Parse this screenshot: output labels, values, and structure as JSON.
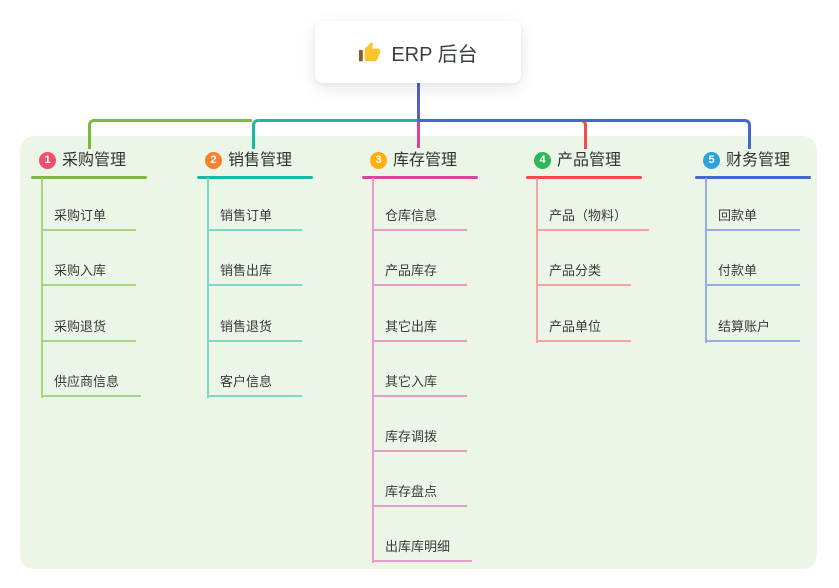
{
  "root": {
    "title": "ERP 后台",
    "icon": "thumbs-up-icon",
    "icon_color": "#FDC52C",
    "icon_cuff_color": "#8A5A2B"
  },
  "colors": {
    "panel_bg": "#EBF6E6",
    "root_connector": "#5661C1",
    "label_text": "#333333",
    "child_text": "#3A3A3A"
  },
  "branches": [
    {
      "number": "1",
      "label": "采购管理",
      "badge_color": "#F0506E",
      "line_color": "#7CBA3F",
      "light_line_color": "#A9D385",
      "children": [
        "采购订单",
        "采购入库",
        "采购退货",
        "供应商信息"
      ]
    },
    {
      "number": "2",
      "label": "销售管理",
      "badge_color": "#F9822F",
      "line_color": "#17B9A5",
      "light_line_color": "#82D5C9",
      "children": [
        "销售订单",
        "销售出库",
        "销售退货",
        "客户信息"
      ]
    },
    {
      "number": "3",
      "label": "库存管理",
      "badge_color": "#FFAE0C",
      "line_color": "#D8449B",
      "light_line_color": "#EA9CC8",
      "children": [
        "仓库信息",
        "产品库存",
        "其它出库",
        "其它入库",
        "库存调拨",
        "库存盘点",
        "出库库明细"
      ]
    },
    {
      "number": "4",
      "label": "产品管理",
      "badge_color": "#2EB856",
      "line_color": "#F34B4F",
      "light_line_color": "#F9A3A5",
      "children": [
        "产品（物料）",
        "产品分类",
        "产品单位"
      ]
    },
    {
      "number": "5",
      "label": "财务管理",
      "badge_color": "#29A4DE",
      "line_color": "#4168D0",
      "light_line_color": "#9AACE3",
      "children": [
        "回款单",
        "付款单",
        "结算账户"
      ]
    }
  ]
}
